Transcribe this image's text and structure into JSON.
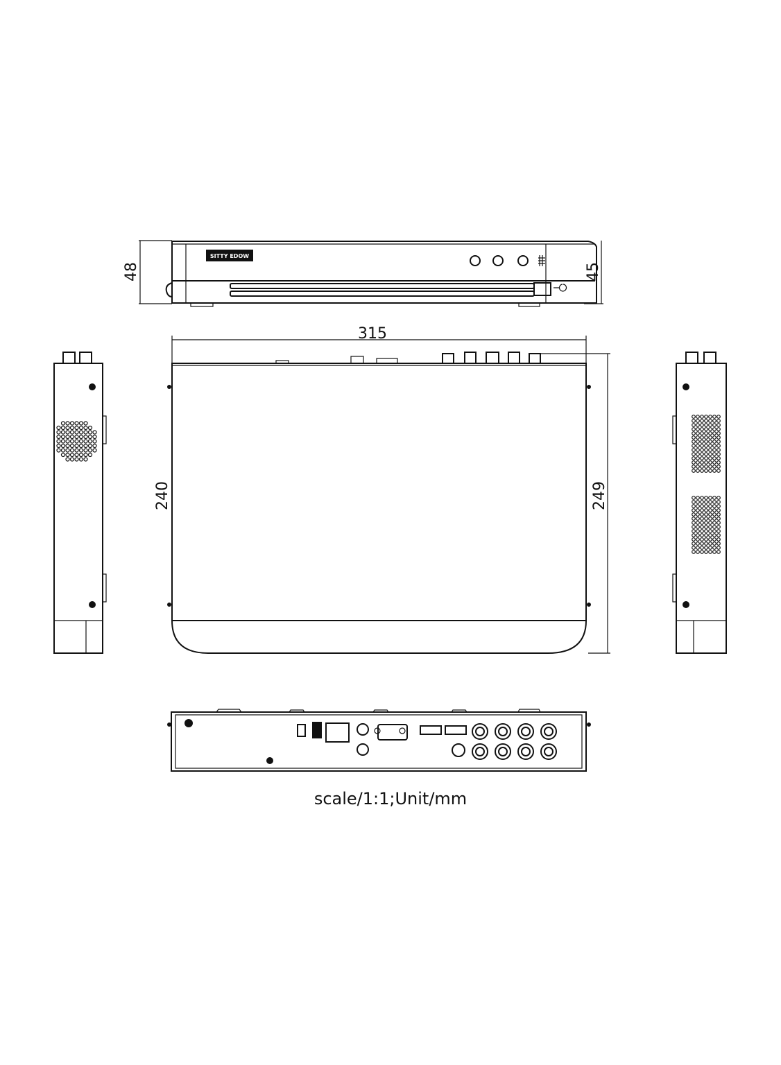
{
  "dimensions": {
    "front_height_total": "48",
    "front_height_body": "45",
    "width": "315",
    "depth_body": "240",
    "depth_total": "249"
  },
  "front_panel": {
    "logo_text": "SITTY EDOW",
    "indicator_count": 3
  },
  "rear_panel": {
    "bnc_inputs": 8,
    "hdmi_ports": 2,
    "audio_ports": 3
  },
  "caption": "scale/1:1;Unit/mm"
}
